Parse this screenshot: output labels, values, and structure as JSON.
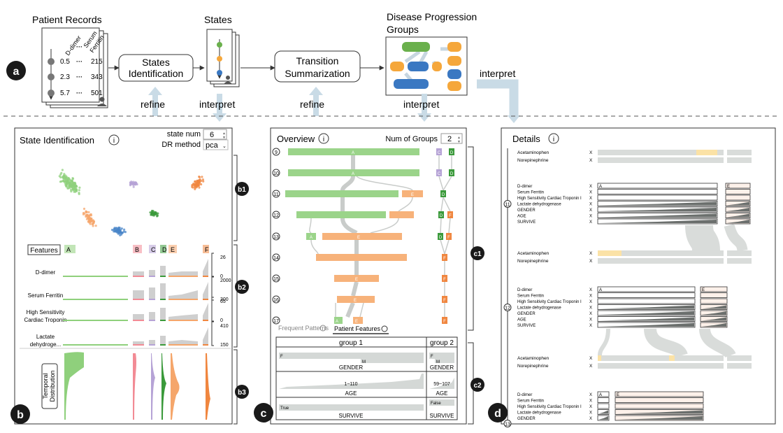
{
  "pipeline": {
    "patient_records": {
      "title": "Patient Records",
      "col_ddimer": "D-dimer",
      "col_ferritin_1": "Serum",
      "col_ferritin_2": "Ferritin",
      "dots": "···",
      "rows": [
        {
          "d": "0.5",
          "f": "215"
        },
        {
          "d": "2.3",
          "f": "343"
        },
        {
          "d": "5.7",
          "f": "501"
        }
      ]
    },
    "states_identification_box": [
      "States",
      "Identification"
    ],
    "states_title": "States",
    "transition_box": [
      "Transition",
      "Summarization"
    ],
    "groups_title": [
      "Disease Progression",
      "Groups"
    ],
    "interpret_top": "interpret",
    "refine_1": "refine",
    "interpret_1": "interpret",
    "refine_2": "refine",
    "interpret_2": "interpret",
    "label_a": "a",
    "colors": {
      "green": "#6ab04c",
      "orange": "#f5a73b",
      "blue": "#3a78c2",
      "arrow": "#c9dbe6"
    }
  },
  "panel_b": {
    "label": "b",
    "title": "State Identification",
    "info": "i",
    "state_num_label": "state num",
    "state_num_value": "6",
    "dr_method_label": "DR method",
    "dr_method_value": "pca",
    "section_labels": [
      "b1",
      "b2",
      "b3"
    ],
    "features_button": "Features",
    "state_labels": [
      "A",
      "B",
      "C",
      "D",
      "E",
      "F"
    ],
    "state_colors": [
      "#8fd07c",
      "#f28b95",
      "#b6a3d6",
      "#3b9a3b",
      "#f5a66b",
      "#f0863f"
    ],
    "feature_rows": [
      {
        "name": [
          "D-dimer"
        ],
        "max": "26",
        "min": "0"
      },
      {
        "name": [
          "Serum Ferritin"
        ],
        "max": "2000",
        "min": "300"
      },
      {
        "name": [
          "High Sensitivity",
          "Cardiac Troponin"
        ],
        "max": "65",
        "min": "0"
      },
      {
        "name": [
          "Lactate",
          "dehydroge..."
        ],
        "max": "410",
        "min": "150"
      }
    ],
    "temporal_label": [
      "Temporal",
      "Distribution"
    ]
  },
  "panel_c": {
    "label": "c",
    "title": "Overview",
    "info": "i",
    "num_groups_label": "Num of Groups",
    "num_groups_value": "2",
    "section_labels": [
      "c1",
      "c2"
    ],
    "time_steps": [
      "9",
      "10",
      "11",
      "12",
      "13",
      "14",
      "15",
      "16",
      "17"
    ],
    "node_labels": [
      "A",
      "E"
    ],
    "group2_labels": [
      "C",
      "D",
      "E",
      "F"
    ],
    "tab_frequent": "Frequent Patterns",
    "tab_patient": "Patient Features",
    "group1_header": "group 1",
    "group2_header": "group 2",
    "rows": [
      {
        "name": "GENDER",
        "g1_left": "F",
        "g1_right": "M",
        "g2_left": "F",
        "g2_right": "M"
      },
      {
        "name": "AGE",
        "g1_range": "1~110",
        "g2_range": "59~107"
      },
      {
        "name": "SURVIVE",
        "g1_left": "True",
        "g2_left": "False"
      }
    ]
  },
  "panel_d": {
    "label": "d",
    "title": "Details",
    "info": "i",
    "time_labels": [
      "11",
      "12",
      "13"
    ],
    "x_mark": "X",
    "meds": [
      "Acetaminophen",
      "Norepinephrine"
    ],
    "features": [
      "D-dimer",
      "Serum Ferritin",
      "High Sensitivity Cardiac Troponin I",
      "Lactate dehydrogenase",
      "GENDER",
      "AGE",
      "SURVIVE"
    ],
    "cell_labels_1": [
      "A",
      "E"
    ],
    "cell_labels_2": [
      "A",
      "E"
    ],
    "cell_labels_3": [
      "A",
      "E"
    ]
  }
}
